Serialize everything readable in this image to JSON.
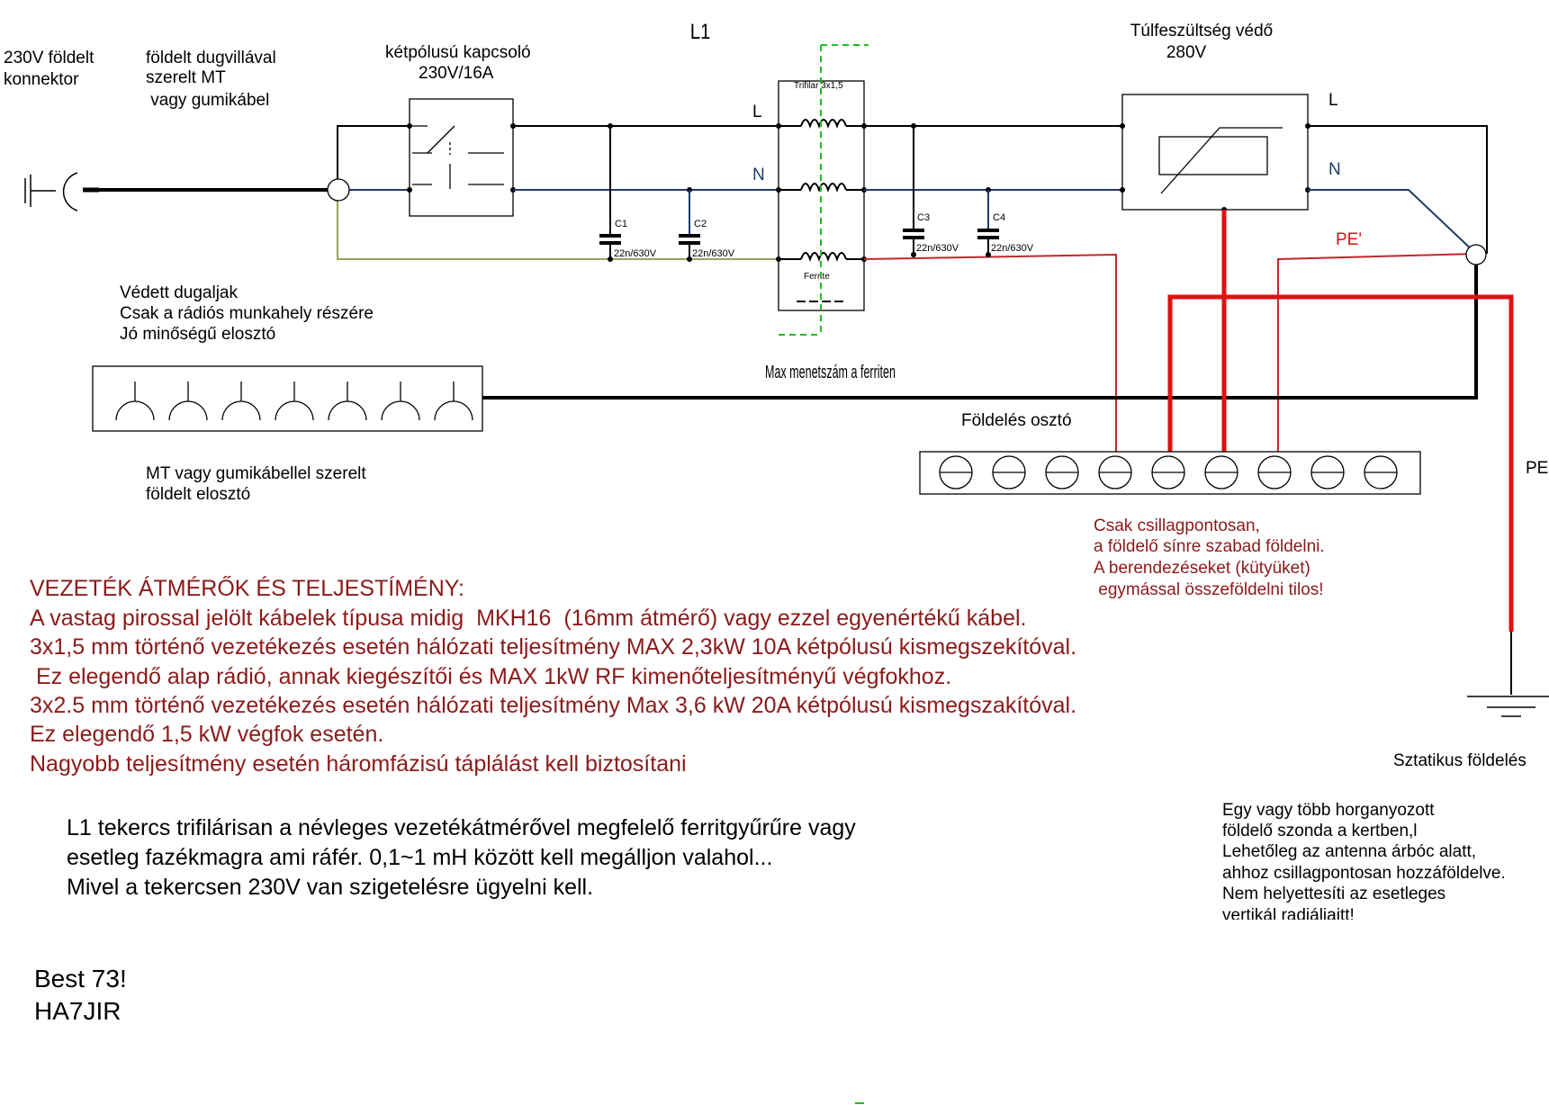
{
  "labels": {
    "connector": [
      "230V földelt",
      "konnektor"
    ],
    "cable": [
      "földelt dugvillával",
      "szerelt MT",
      " vagy gumikábel"
    ],
    "switch": [
      "kétpólusú kapcsoló",
      "230V/16A"
    ],
    "coil_name": "L1",
    "trifilar": "Trifilar 3x1,5",
    "ferrite": "Ferrite",
    "surge": [
      "Túlfeszültség védő",
      "280V"
    ],
    "L_left": "L",
    "N_left": "N",
    "L_right": "L",
    "N_right": "N",
    "pe_prime": "PE'",
    "pe": "PE",
    "max_turns": "Max menetszám a ferriten",
    "protected_outlets": [
      "Védett dugaljak",
      "Csak a rádiós munkahely részére",
      "Jó minőségű elosztó"
    ],
    "distributor": [
      "MT vagy gumikábellel szerelt",
      "földelt elosztó"
    ],
    "ground_bus": "Földelés osztó",
    "static_ground": "Sztatikus földelés"
  },
  "capacitors": [
    {
      "name": "C1",
      "value": "22n/630V"
    },
    {
      "name": "C2",
      "value": "22n/630V"
    },
    {
      "name": "C3",
      "value": "22n/630V"
    },
    {
      "name": "C4",
      "value": "22n/630V"
    }
  ],
  "star_note": [
    "Csak csillagpontosan,",
    "a földelő sínre szabad földelni.",
    "A berendezéseket (kütyüket)",
    " egymással összeföldelni tilos!"
  ],
  "specs": [
    "VEZETÉK ÁTMÉRŐK ÉS TELJESTÍMÉNY:",
    "A vastag pirossal jelölt kábelek típusa midig  MKH16  (16mm átmérő) vagy ezzel egyenértékű kábel.",
    "3x1,5 mm történő vezetékezés esetén hálózati teljesítmény MAX 2,3kW 10A kétpólusú kismegszekítóval.",
    " Ez elegendő alap rádió, annak kiegészítői és MAX 1kW RF kimenőteljesítményű végfokhoz.",
    "3x2.5 mm történő vezetékezés esetén hálózati teljesítmény Max 3,6 kW 20A kétpólusú kismegszakítóval.",
    "Ez elegendő 1,5 kW végfok esetén.",
    "Nagyobb teljesítmény esetén háromfázisú táplálást kell biztosítani"
  ],
  "coil_note": [
    "L1 tekercs trifilárisan a névleges vezetékátmérővel megfelelő ferritgyűrűre vagy",
    "esetleg fazékmagra ami ráfér. 0,1~1 mH között kell megálljon valahol...",
    "Mivel a tekercsen 230V van szigetelésre ügyelni kell."
  ],
  "ground_note": [
    "Egy vagy több horganyozott",
    "földelő szonda a kertben,l",
    "Lehetőleg az antenna árbóc alatt,",
    "ahhoz csillagpontosan hozzáföldelve.",
    "Nem helyettesíti az esetleges",
    "vertikál radiáliaitt!"
  ],
  "signature": [
    "Best 73!",
    "HA7JIR"
  ]
}
